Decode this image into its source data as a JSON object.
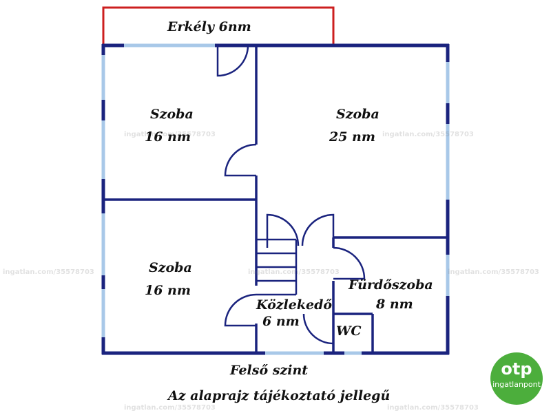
{
  "floorplan": {
    "balcony": "Erkély 6nm",
    "rooms": [
      {
        "name": "Szoba",
        "area": "16 nm"
      },
      {
        "name": "Szoba",
        "area": "25 nm"
      },
      {
        "name": "Szoba",
        "area": "16 nm"
      },
      {
        "name": "Fürdőszoba",
        "area": "8 nm"
      },
      {
        "name": "Közlekedő",
        "area": "6 nm"
      },
      {
        "name": "WC"
      }
    ],
    "level": "Felső szint",
    "disclaimer": "Az alaprajz tájékoztató jellegű"
  },
  "watermark": "ingatlan.com/35578703",
  "logo": {
    "brand": "otp",
    "subtitle": "ingatlanpont"
  },
  "colors": {
    "wall": "#1a237e",
    "window": "#a8c8e8",
    "balcony": "#cc1f1f",
    "logo": "#4cae3c"
  }
}
